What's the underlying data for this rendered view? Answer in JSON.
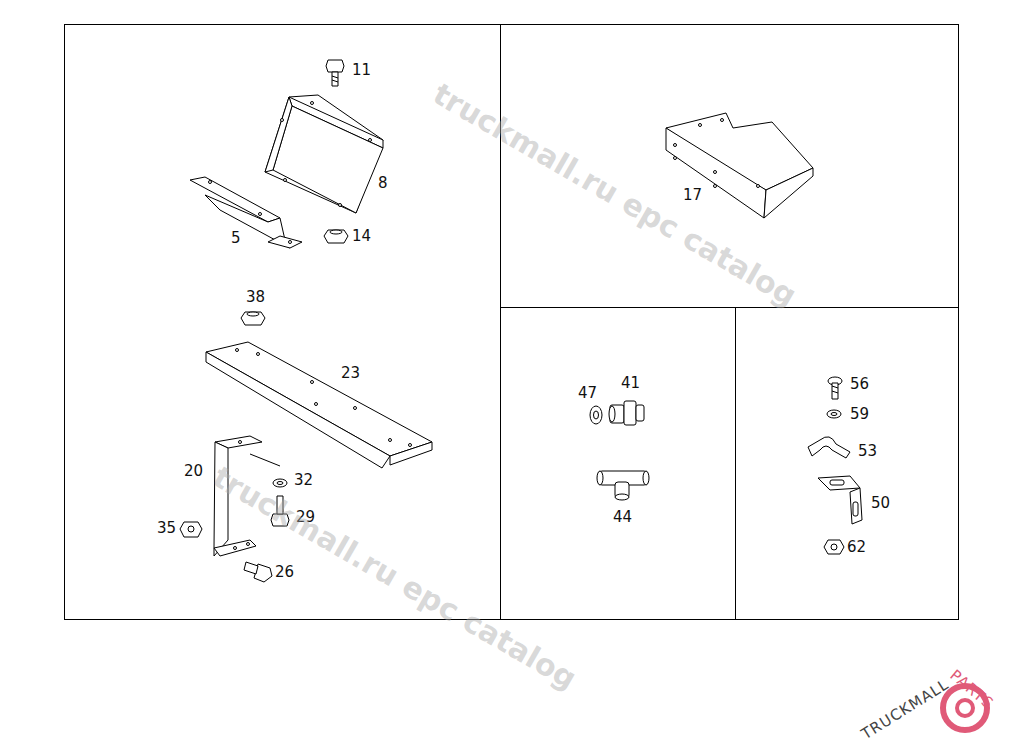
{
  "diagram": {
    "labels": [
      "11",
      "8",
      "5",
      "14",
      "38",
      "23",
      "20",
      "32",
      "29",
      "35",
      "26",
      "17",
      "47",
      "41",
      "44",
      "56",
      "59",
      "53",
      "50",
      "62",
      "truckmall.ru epc catalog",
      "truckmall.ru epc catalog",
      "TRUCKMALL",
      "PARTS"
    ]
  }
}
